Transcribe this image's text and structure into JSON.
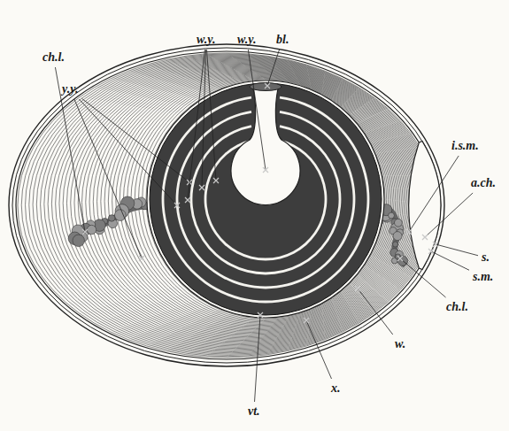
{
  "diagram": {
    "labels": [
      "ch.l.",
      "y.y.",
      "w.y.",
      "w.y.",
      "bl.",
      "i.s.m.",
      "a.ch.",
      "s.",
      "s.m.",
      "ch.l.",
      "w.",
      "x.",
      "vt."
    ]
  }
}
